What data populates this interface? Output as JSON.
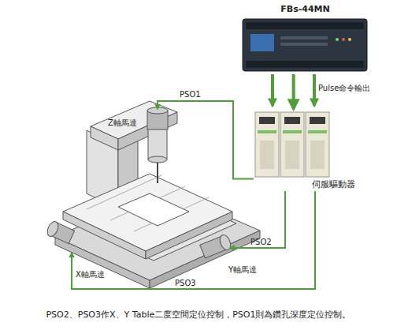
{
  "diagram": {
    "caption": "PSO2、PSO3作X、Y Table二度空間定位控制，PSO1則為鑽孔深度定位控制。",
    "nodes": [
      {
        "text": [
          "FBs-44MN"
        ]
      },
      {
        "text": [
          "伺服驅動器"
        ]
      },
      {
        "text": [
          "Z軸馬達"
        ]
      },
      {
        "text": [
          "Y軸馬達"
        ]
      },
      {
        "text": [
          "X軸馬達"
        ]
      }
    ],
    "edges": [
      {
        "from": 0,
        "to": 1,
        "label": "Pulse命令輸出",
        "arrow": "to"
      },
      {
        "from": 1,
        "to": 2,
        "label": "PSO1",
        "arrow": "to"
      },
      {
        "from": 1,
        "to": 3,
        "label": "PSO2",
        "arrow": "to"
      },
      {
        "from": 1,
        "to": 4,
        "label": "PSO3",
        "arrow": "to"
      }
    ]
  }
}
